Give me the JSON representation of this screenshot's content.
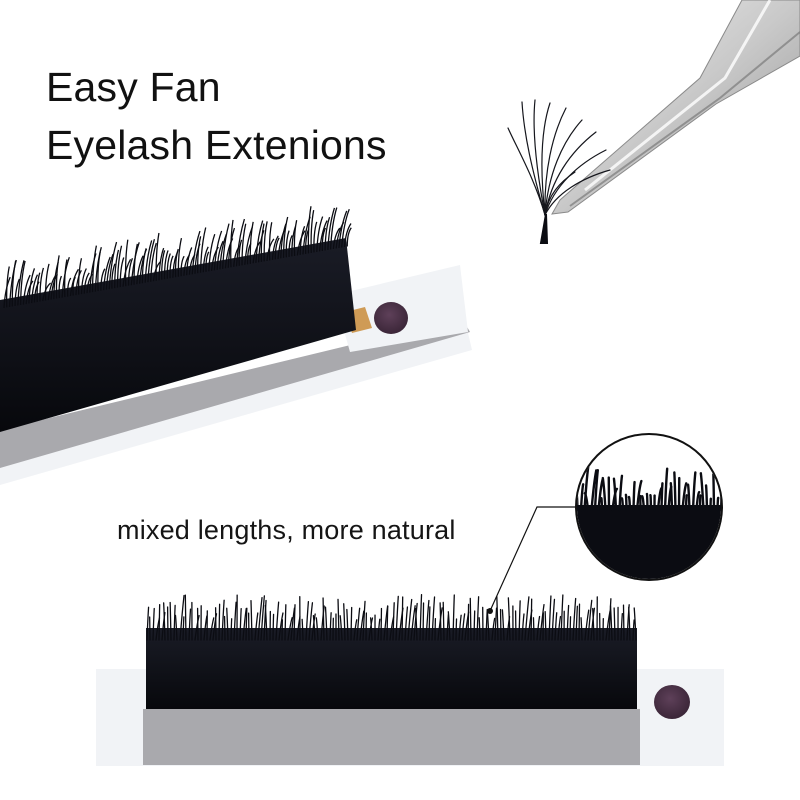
{
  "heading": {
    "line1": "Easy Fan",
    "line2": "Eyelash Extenions"
  },
  "callout": {
    "text": "mixed lengths, more natural"
  },
  "colors": {
    "background": "#ffffff",
    "lash": "#0b0c12",
    "strip_backing": "#a9a9ad",
    "strip_card": "#f1f3f6",
    "dot": "#4a3247",
    "text": "#111111"
  }
}
